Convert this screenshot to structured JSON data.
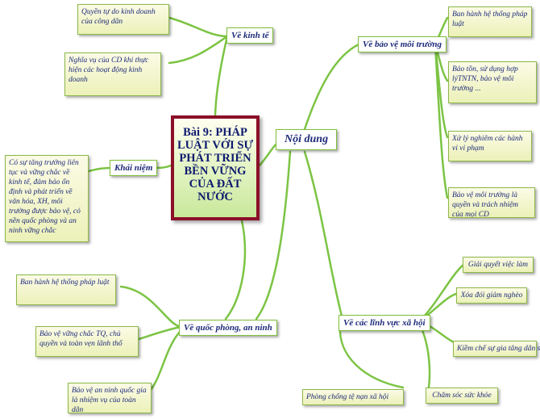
{
  "center_title": "Bài 9: PHÁP LUẬT VỚI SỰ PHÁT TRIỂN BỀN VỮNG CỦA ĐẤT NƯỚC",
  "hub": "Nội dung",
  "branches": {
    "kinh_te": {
      "label": "Về kinh tế",
      "items": [
        "Quyền tự do kinh doanh của công dân",
        "Nghĩa vụ của CD khi thực hiện các hoạt động kinh doanh"
      ]
    },
    "khai_niem": {
      "label": "Khái niệm",
      "items": [
        "Có sự tăng trưởng liên tục và vững chắc về kinh tế, đảm bảo ổn định và phát triển về văn hóa, XH, môi trường được bảo vệ, có nền quốc phòng và an ninh vững chắc"
      ]
    },
    "quoc_phong": {
      "label": "Về quốc phòng, an ninh",
      "items": [
        "Ban hành hệ thống pháp luật",
        "Bảo vệ vững chắc TQ, chủ quyền và toàn vẹn lãnh thổ",
        "Bảo vệ an ninh quốc gia là nhiệm vụ của toàn dân"
      ]
    },
    "moi_truong": {
      "label": "Về bảo vệ môi trường",
      "items": [
        "Ban hành hệ thống pháp luật",
        "Bảo tồn, sử dụng hợp lýTNTN, bảo vệ môi trường ...",
        "Xử lý nghiêm các hành vi vi phạm",
        "Bảo vệ môi trường là quyền và trách nhiệm của mọi CD"
      ]
    },
    "xa_hoi": {
      "label": "Về các lĩnh vực xã hội",
      "items": [
        "Giải quyết việc làm",
        "Xóa đói giảm nghèo",
        "Kiềm chế sự gia tăng dân số",
        "Chăm sóc sức khỏe",
        "Phòng chống tệ nạn xã hội"
      ]
    }
  },
  "colors": {
    "link": "#7cc444",
    "center_border": "#8b1028",
    "text": "#1d2a7a"
  }
}
